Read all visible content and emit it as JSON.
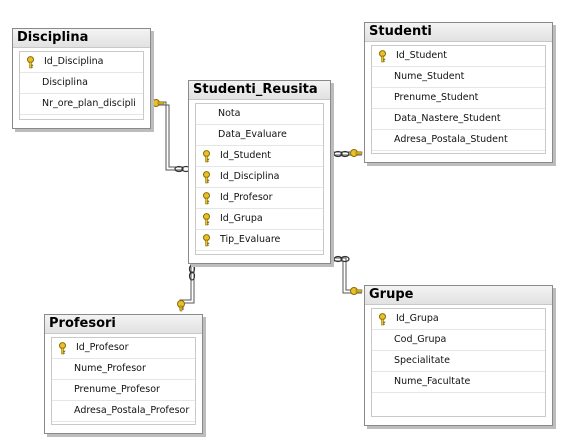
{
  "tables": {
    "disciplina": {
      "title": "Disciplina",
      "columns": [
        {
          "name": "Id_Disciplina",
          "key": true
        },
        {
          "name": "Disciplina",
          "key": false
        },
        {
          "name": "Nr_ore_plan_discipli",
          "key": false
        }
      ]
    },
    "studenti_reusita": {
      "title": "Studenti_Reusita",
      "columns": [
        {
          "name": "Nota",
          "key": false
        },
        {
          "name": "Data_Evaluare",
          "key": false
        },
        {
          "name": "Id_Student",
          "key": true
        },
        {
          "name": "Id_Disciplina",
          "key": true
        },
        {
          "name": "Id_Profesor",
          "key": true
        },
        {
          "name": "Id_Grupa",
          "key": true
        },
        {
          "name": "Tip_Evaluare",
          "key": true
        }
      ]
    },
    "studenti": {
      "title": "Studenti",
      "columns": [
        {
          "name": "Id_Student",
          "key": true
        },
        {
          "name": "Nume_Student",
          "key": false
        },
        {
          "name": "Prenume_Student",
          "key": false
        },
        {
          "name": "Data_Nastere_Student",
          "key": false
        },
        {
          "name": "Adresa_Postala_Student",
          "key": false
        }
      ]
    },
    "profesori": {
      "title": "Profesori",
      "columns": [
        {
          "name": "Id_Profesor",
          "key": true
        },
        {
          "name": "Nume_Profesor",
          "key": false
        },
        {
          "name": "Prenume_Profesor",
          "key": false
        },
        {
          "name": "Adresa_Postala_Profesor",
          "key": false
        }
      ]
    },
    "grupe": {
      "title": "Grupe",
      "columns": [
        {
          "name": "Id_Grupa",
          "key": true
        },
        {
          "name": "Cod_Grupa",
          "key": false
        },
        {
          "name": "Specialitate",
          "key": false
        },
        {
          "name": "Nume_Facultate",
          "key": false
        }
      ]
    }
  },
  "colors": {
    "key_fill": "#e8c02a",
    "key_stroke": "#8a6d00",
    "connector": "#555555"
  }
}
